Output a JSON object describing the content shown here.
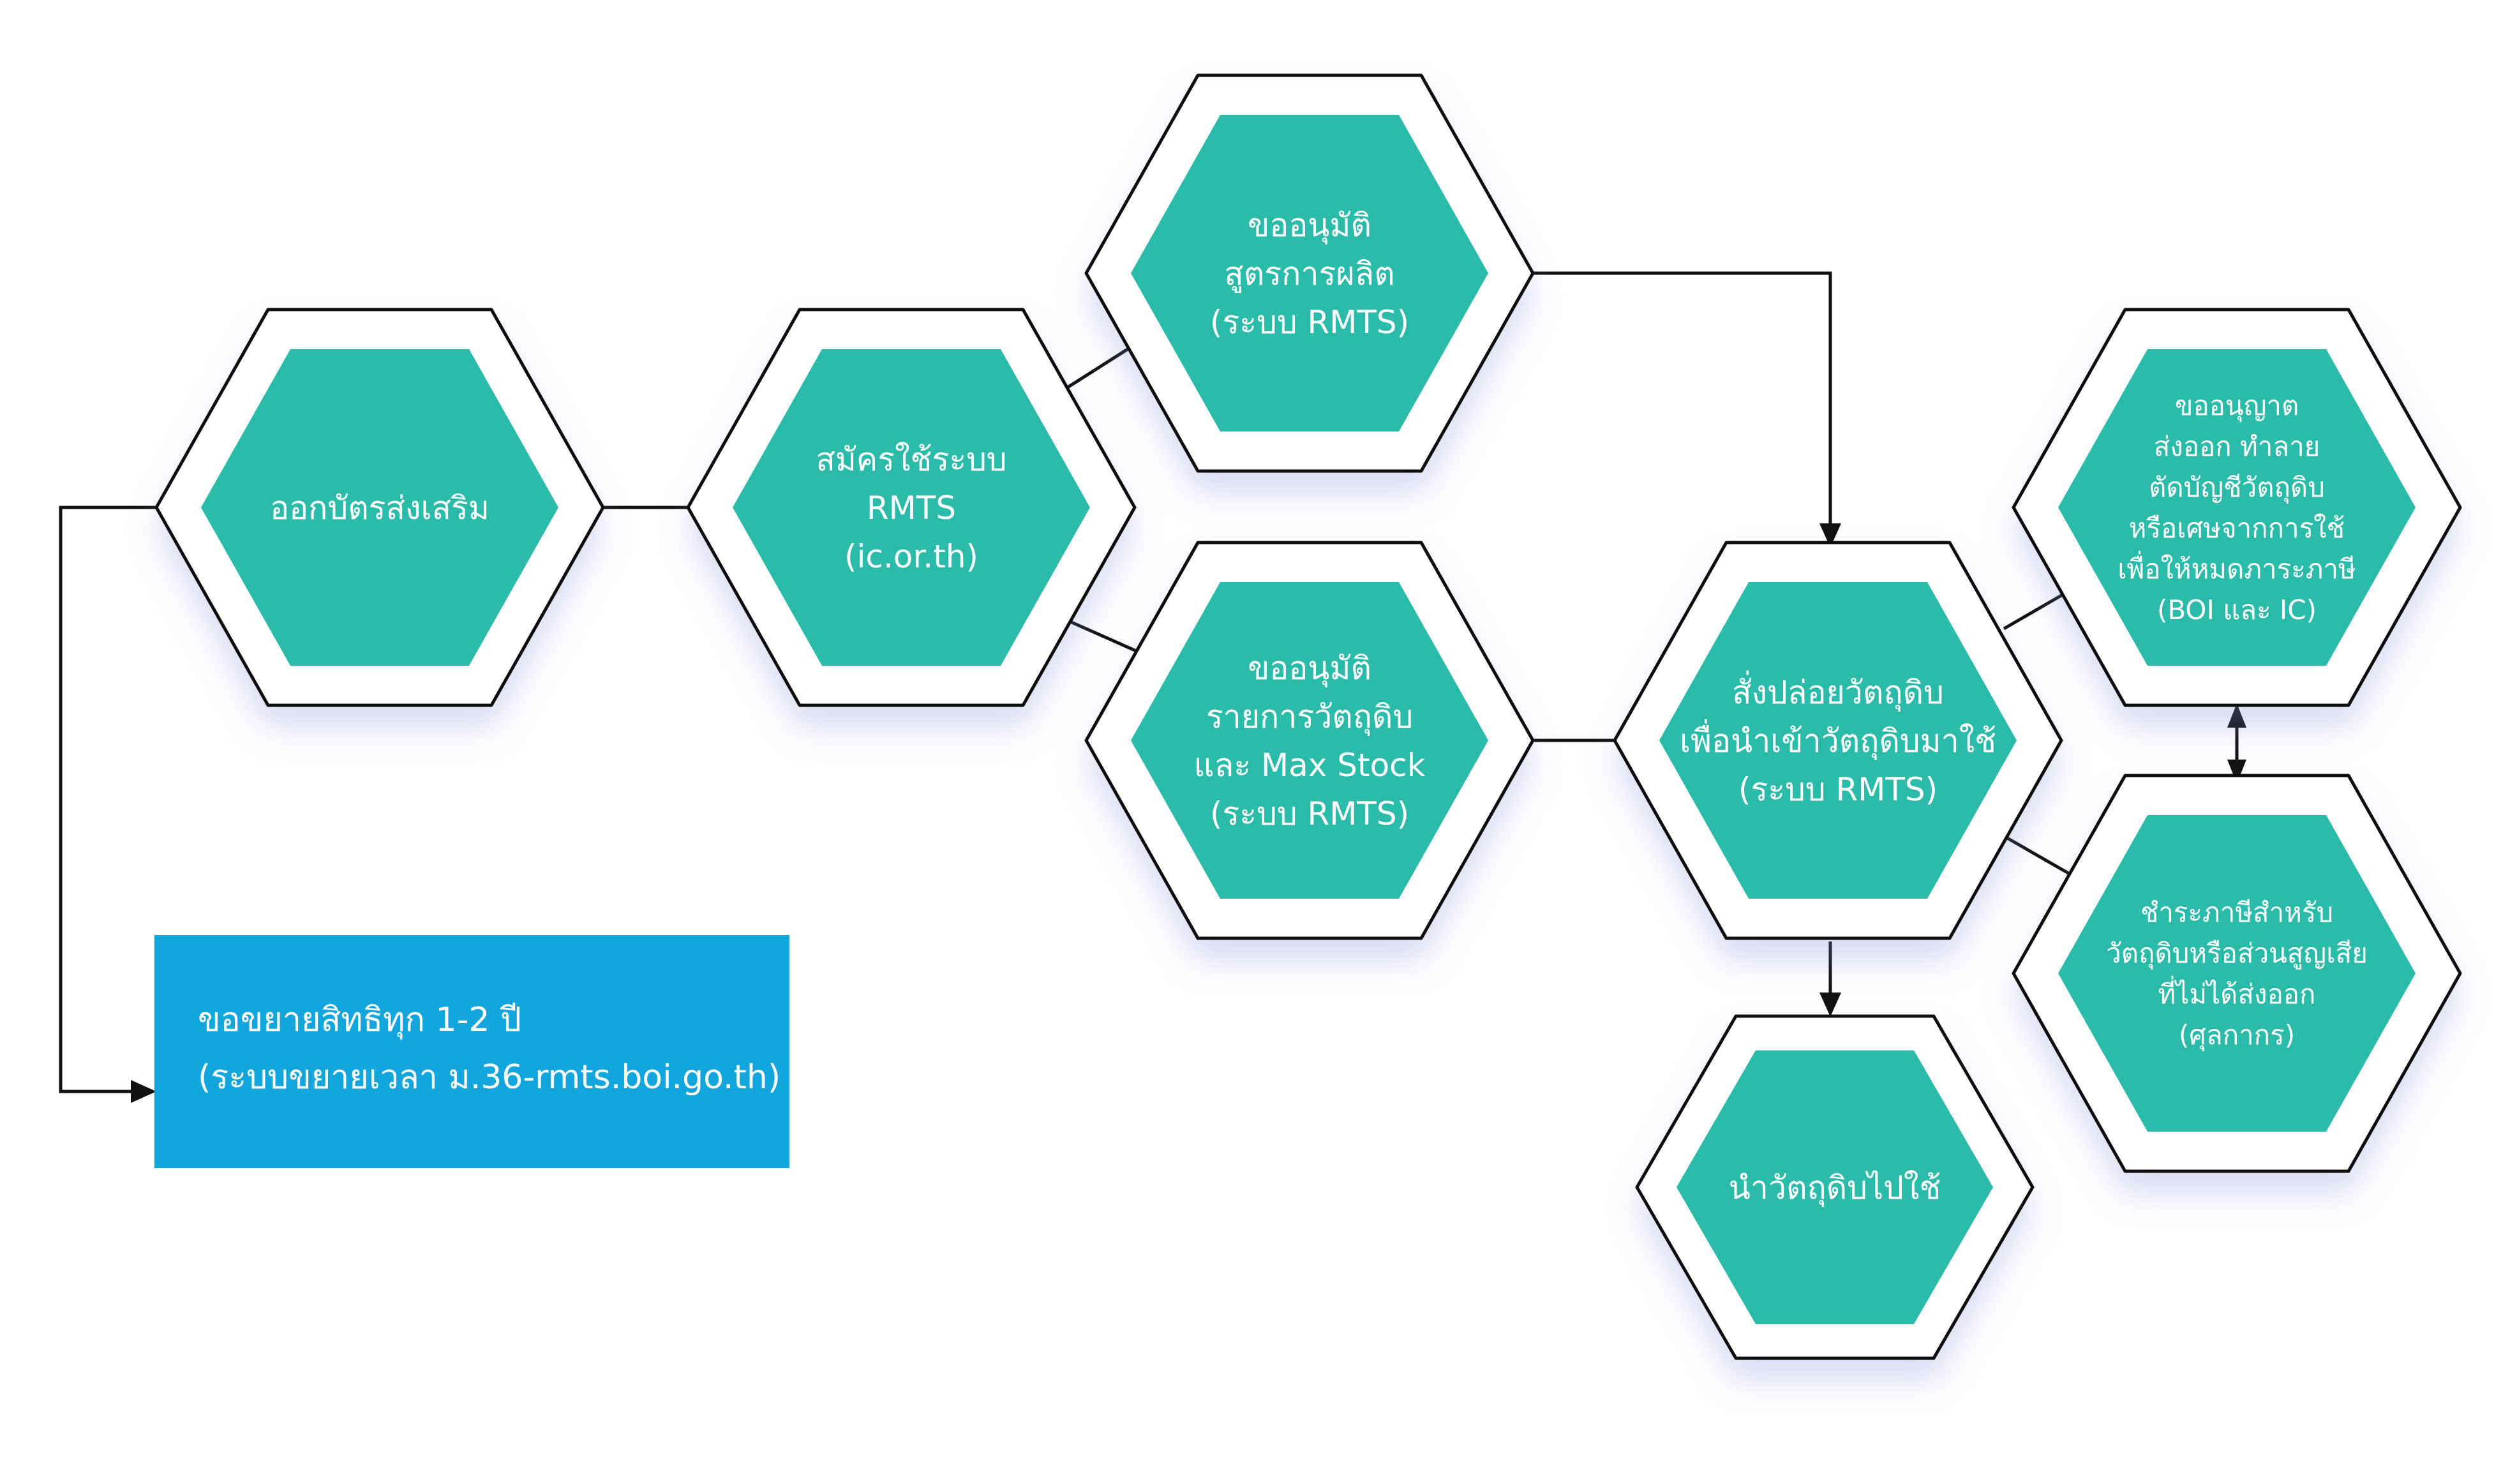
{
  "colors": {
    "hex_fill": "#2bbba9",
    "hex_border": "#111111",
    "box_fill": "#13a6dd",
    "text": "#ffffff"
  },
  "nodes": {
    "issue_certificate": {
      "lines": [
        "ออกบัตรส่งเสริม"
      ]
    },
    "register_rmts": {
      "lines": [
        "สมัครใช้ระบบ",
        "RMTS",
        "(ic.or.th)"
      ]
    },
    "approve_formula": {
      "lines": [
        "ขออนุมัติ",
        "สูตรการผลิต",
        "(ระบบ RMTS)"
      ]
    },
    "approve_material_list": {
      "lines": [
        "ขออนุมัติ",
        "รายการวัตถุดิบ",
        "และ Max Stock",
        "(ระบบ RMTS)"
      ]
    },
    "order_release": {
      "lines": [
        "สั่งปล่อยวัตถุดิบ",
        "เพื่อนำเข้าวัตถุดิบมาใช้",
        "(ระบบ RMTS)"
      ]
    },
    "use_material": {
      "lines": [
        "นำวัตถุดิบไปใช้"
      ]
    },
    "request_export": {
      "lines": [
        "ขออนุญาต",
        "ส่งออก ทำลาย",
        "ตัดบัญชีวัตถุดิบ",
        "หรือเศษจากการใช้",
        "เพื่อให้หมดภาระภาษี",
        "(BOI และ IC)"
      ]
    },
    "pay_tax": {
      "lines": [
        "ชำระภาษีสำหรับ",
        "วัตถุดิบหรือส่วนสูญเสีย",
        "ที่ไม่ได้ส่งออก",
        "(ศุลกากร)"
      ]
    }
  },
  "extend_box": {
    "lines": [
      "ขอขยายสิทธิทุก 1-2 ปี",
      "(ระบบขยายเวลา ม.36-rmts.boi.go.th)"
    ]
  }
}
